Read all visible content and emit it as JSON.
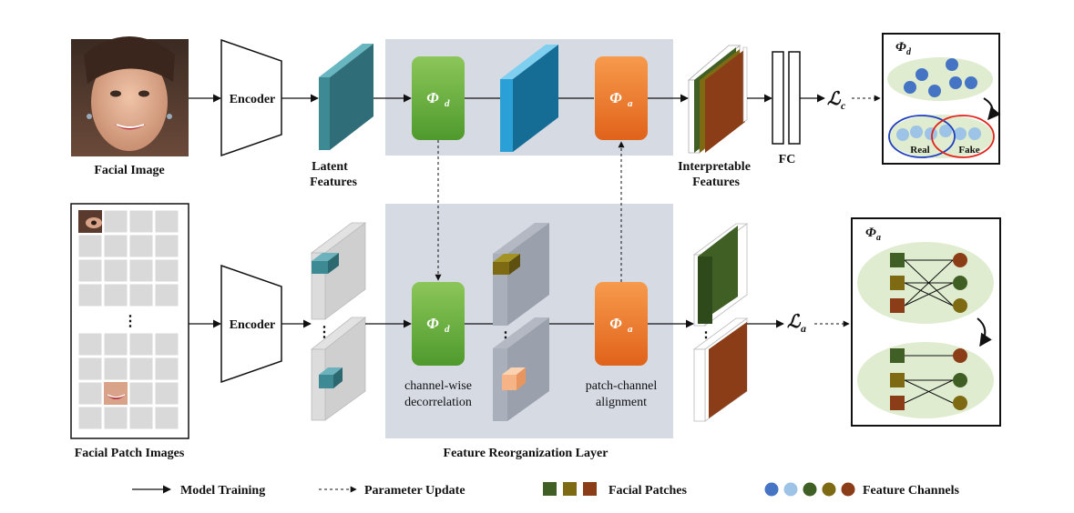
{
  "labels": {
    "facial_image": "Facial Image",
    "facial_patch_images": "Facial Patch Images",
    "encoder_top": "Encoder",
    "encoder_bottom": "Encoder",
    "latent_line1": "Latent",
    "latent_line2": "Features",
    "interp_line1": "Interpretable",
    "interp_line2": "Features",
    "fc": "FC",
    "layer_title": "Feature Reorganization Layer",
    "decorrelation_line1": "channel-wise",
    "decorrelation_line2": "decorrelation",
    "alignment_line1": "patch-channel",
    "alignment_line2": "alignment",
    "phi_main": "Φ",
    "sub_d": "d",
    "sub_a": "a",
    "loss_symbol": "ℒ",
    "loss_c_sub": "c",
    "loss_a_sub": "a",
    "real": "Real",
    "fake": "Fake",
    "vertical_dots": "⋮"
  },
  "legend": {
    "model_training": "Model Training",
    "parameter_update": "Parameter Update",
    "facial_patches": "Facial Patches",
    "feature_channels": "Feature Channels"
  },
  "colors": {
    "panel_bg": "#d5dae3",
    "green_box": "#6cb33e",
    "orange_box": "#f07a28",
    "teal_cube": "#3d8a95",
    "blue_cube": "#1f8fc4",
    "patch_green": "#3f5f25",
    "patch_olive": "#7d6a12",
    "patch_brown": "#8a3d17",
    "channel_blue": "#4674c4",
    "channel_lightblue": "#9dc3e6",
    "real_ellipse": "#1f3fbf",
    "fake_ellipse": "#e0241b",
    "cluster_bg": "#dfeccf"
  }
}
